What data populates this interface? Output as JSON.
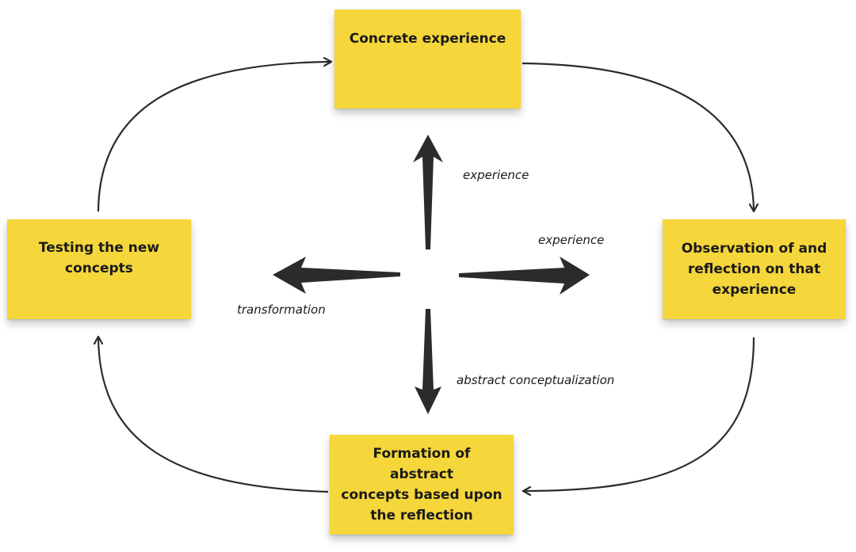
{
  "diagram": {
    "notes": {
      "concrete": "Concrete experience",
      "observation": "Observation of and\nreflection on that\nexperience",
      "formation": "Formation of abstract\nconcepts based upon\nthe reflection",
      "testing": "Testing the new\nconcepts"
    },
    "labels": {
      "experience_top": "experience",
      "experience_right": "experience",
      "transformation": "transformation",
      "abstract": "abstract conceptualization"
    },
    "colors": {
      "note_fill": "#f5d63b",
      "ink": "#2b2b2b"
    }
  }
}
